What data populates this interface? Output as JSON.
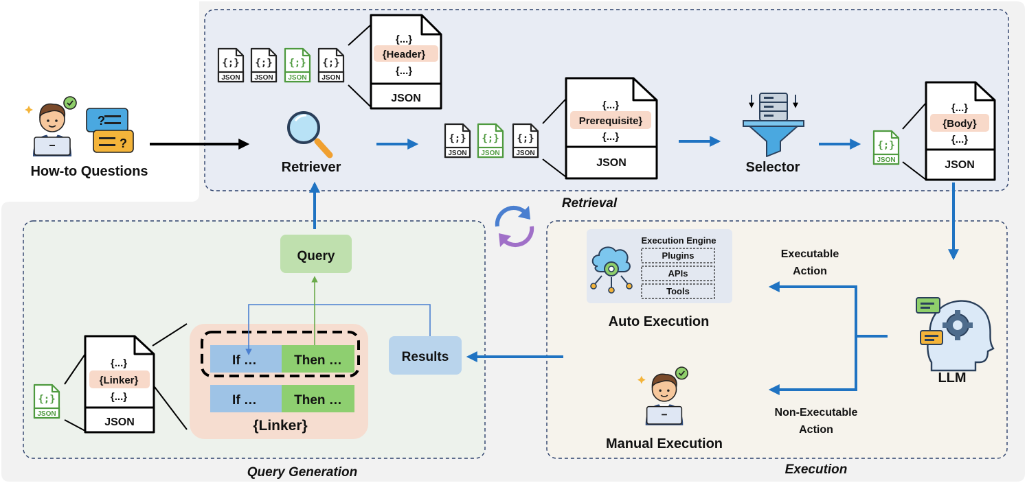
{
  "user": {
    "label": "How-to Questions"
  },
  "retrieval": {
    "title": "Retrieval",
    "retriever_label": "Retriever",
    "selector_label": "Selector",
    "header_card": {
      "top": "{...}",
      "highlight": "{Header}",
      "bottom": "{...}",
      "footer": "JSON"
    },
    "prereq_card": {
      "top": "{...}",
      "highlight": "Prerequisite}",
      "bottom": "{...}",
      "footer": "JSON"
    },
    "body_card": {
      "top": "{...}",
      "highlight": "{Body}",
      "bottom": "{...}",
      "footer": "JSON"
    },
    "file_icon": {
      "symbol": "{;}",
      "label": "JSON"
    }
  },
  "query_generation": {
    "title": "Query Generation",
    "query_label": "Query",
    "results_label": "Results",
    "linker_title": "{Linker}",
    "rules": [
      {
        "if": "If …",
        "then": "Then …"
      },
      {
        "if": "If …",
        "then": "Then …"
      }
    ],
    "linker_card": {
      "top": "{...}",
      "highlight": "{Linker}",
      "bottom": "{...}",
      "footer": "JSON"
    }
  },
  "execution": {
    "title": "Execution",
    "engine_title": "Execution Engine",
    "engine_items": [
      "Plugins",
      "APIs",
      "Tools"
    ],
    "auto_label": "Auto Execution",
    "manual_label": "Manual Execution",
    "executable_line1": "Executable",
    "executable_line2": "Action",
    "non_executable_line1": "Non-Executable",
    "non_executable_line2": "Action",
    "llm_label": "LLM"
  },
  "colors": {
    "arrow_blue": "#1f73c2",
    "green": "#4e9a3e",
    "retrieval_bg": "#e8ecf4",
    "query_bg": "#edf2ec",
    "execution_bg": "#f6f3ec",
    "query_box": "#bfe0ae",
    "results_box": "#b9d4ec",
    "linker_bg": "#f6ddd0"
  }
}
